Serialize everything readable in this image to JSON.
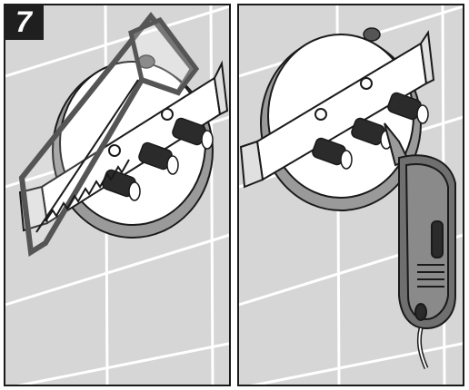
{
  "step": {
    "number": "7"
  },
  "panels": [
    {
      "name": "left",
      "tool": "hand-saw-icon"
    },
    {
      "name": "right",
      "tool": "oscillating-multitool-icon"
    }
  ],
  "colors": {
    "tile": "#d6d6d6",
    "grout": "#ffffff",
    "outline": "#1a1a1a",
    "dark_part": "#2b2b2b",
    "mid_part": "#6f6f6f",
    "badge": "#1f1f1f"
  }
}
